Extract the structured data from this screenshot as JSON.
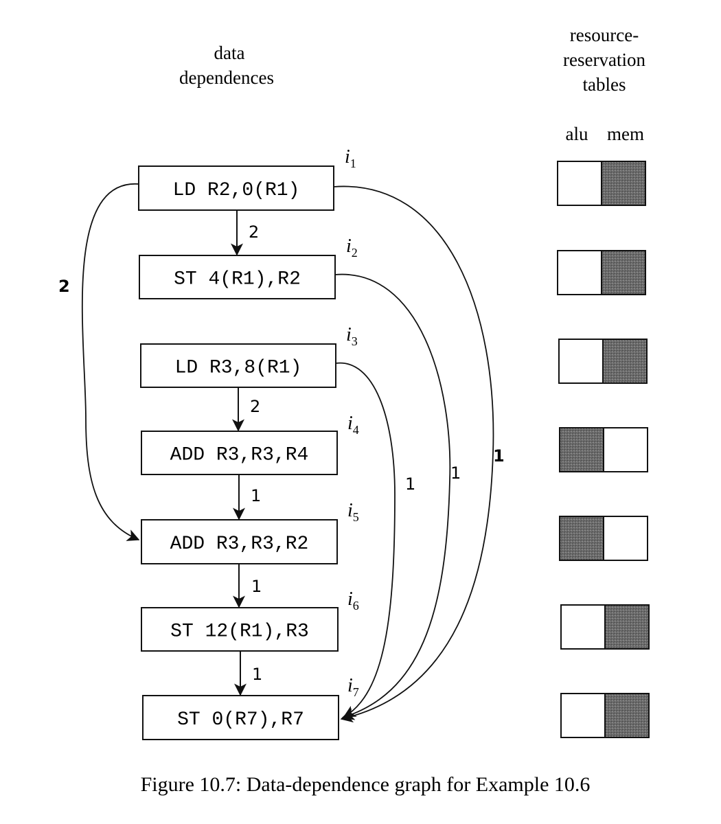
{
  "headers": {
    "data_line1": "data",
    "data_line2": "dependences",
    "rrt_line1": "resource-",
    "rrt_line2": "reservation",
    "rrt_line3": "tables",
    "col_alu": "alu",
    "col_mem": "mem"
  },
  "instructions": [
    {
      "label": "i",
      "sub": "1",
      "code": "LD R2,0(R1)",
      "alu": false,
      "mem": true
    },
    {
      "label": "i",
      "sub": "2",
      "code": "ST 4(R1),R2",
      "alu": false,
      "mem": true
    },
    {
      "label": "i",
      "sub": "3",
      "code": "LD R3,8(R1)",
      "alu": false,
      "mem": true
    },
    {
      "label": "i",
      "sub": "4",
      "code": "ADD R3,R3,R4",
      "alu": true,
      "mem": false
    },
    {
      "label": "i",
      "sub": "5",
      "code": "ADD R3,R3,R2",
      "alu": true,
      "mem": false
    },
    {
      "label": "i",
      "sub": "6",
      "code": "ST 12(R1),R3",
      "alu": false,
      "mem": true
    },
    {
      "label": "i",
      "sub": "7",
      "code": "ST 0(R7),R7",
      "alu": false,
      "mem": true
    }
  ],
  "edges": [
    {
      "from": 1,
      "to": 2,
      "weight": "2"
    },
    {
      "from": 3,
      "to": 4,
      "weight": "2"
    },
    {
      "from": 4,
      "to": 5,
      "weight": "1"
    },
    {
      "from": 5,
      "to": 6,
      "weight": "1"
    },
    {
      "from": 6,
      "to": 7,
      "weight": "1"
    },
    {
      "from": 1,
      "to": 5,
      "weight": "2"
    },
    {
      "from": 1,
      "to": 7,
      "weight": "1"
    },
    {
      "from": 2,
      "to": 7,
      "weight": "1"
    },
    {
      "from": 3,
      "to": 7,
      "weight": "1"
    }
  ],
  "caption": "Figure 10.7: Data-dependence graph for Example 10.6",
  "colors": {
    "ink": "#111111",
    "busy": "#6b6b6b",
    "free": "#ffffff"
  }
}
